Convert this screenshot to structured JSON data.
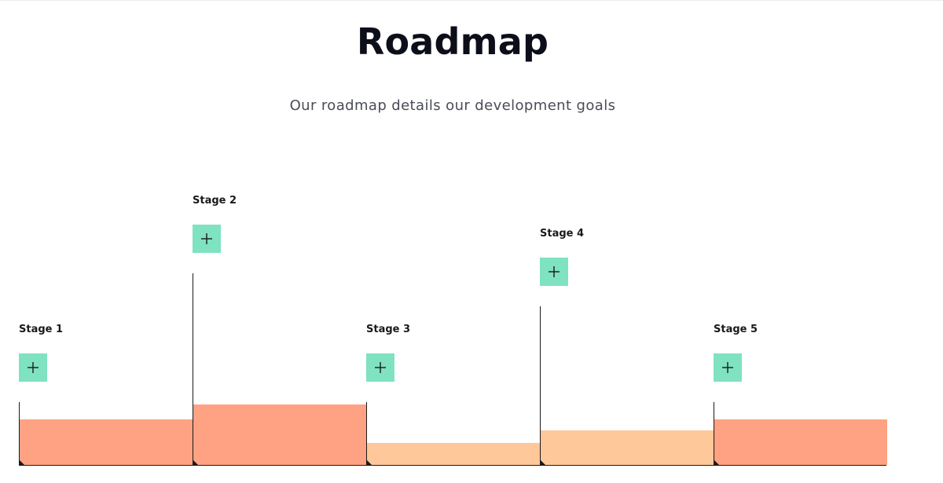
{
  "header": {
    "title": "Roadmap",
    "subtitle": "Our roadmap details our development goals"
  },
  "roadmap": {
    "colors": {
      "salmon": "#ffa283",
      "peach": "#ffc89a",
      "button": "#7fe2c0",
      "line": "#1a1a1a"
    },
    "stages": [
      {
        "label": "Stage 1",
        "icon": "plus-icon",
        "level": 0.58,
        "color": "#ffa283"
      },
      {
        "label": "Stage 2",
        "icon": "plus-icon",
        "level": 0.77,
        "color": "#ffa283"
      },
      {
        "label": "Stage 3",
        "icon": "plus-icon",
        "level": 0.28,
        "color": "#ffc89a"
      },
      {
        "label": "Stage 4",
        "icon": "plus-icon",
        "level": 0.44,
        "color": "#ffc89a"
      },
      {
        "label": "Stage 5",
        "icon": "plus-icon",
        "level": 0.58,
        "color": "#ffa283"
      }
    ]
  }
}
